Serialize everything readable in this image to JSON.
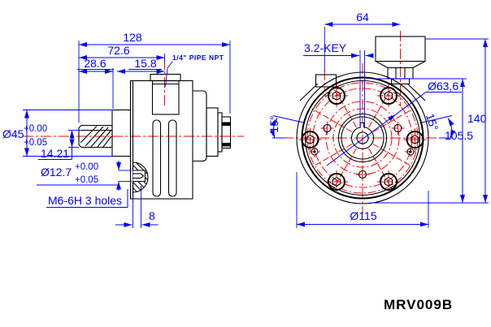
{
  "drawing_title": "MRV009B",
  "colors": {
    "dimension_blue": "#0000ff",
    "centerline_red": "#ff0000",
    "geometry_black": "#000000",
    "background": "#ffffff"
  },
  "side_view": {
    "overall_length": "128",
    "port_position": "72.6",
    "front_section": "28.6",
    "port_offset": "15.8",
    "port_label": "1/4\" PIPE NPT",
    "shaft_diameter": "Ø45",
    "shaft_tol_upper": "+0.00",
    "shaft_tol_lower": "+0.05",
    "key_flat": "14.21",
    "hole_diameter": "Ø12.7",
    "hole_tol_upper": "+0.00",
    "hole_tol_lower": "+0.05",
    "mounting_holes": "M6-6H 3 holes",
    "boss_depth": "8"
  },
  "front_view": {
    "breather_offset": "64",
    "keyway": "3.2-KEY",
    "bolt_circle_diameter": "Ø63,6",
    "overall_height": "140",
    "body_height": "105.5",
    "flange_diameter": "Ø115",
    "angle_left": "15°",
    "angle_right": "15°"
  }
}
